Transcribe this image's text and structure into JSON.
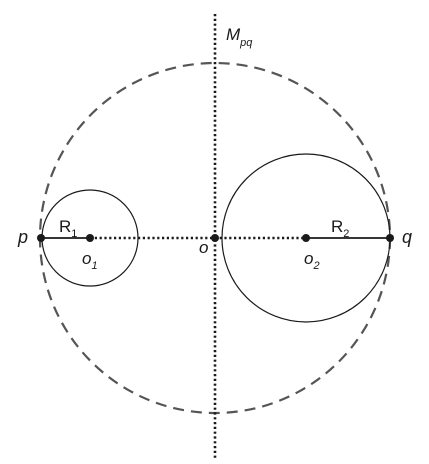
{
  "labels": {
    "p": "p",
    "q": "q",
    "o": "o",
    "M": "M",
    "M_sub": "pq",
    "R1": "R",
    "R1_sub": "1",
    "R2": "R",
    "R2_sub": "2",
    "o1": "o",
    "o1_sub": "1",
    "o2": "o",
    "o2_sub": "2"
  },
  "colors": {
    "stroke": "#1a1a1a",
    "dashed_circle": "#555555",
    "background": "#ffffff"
  }
}
